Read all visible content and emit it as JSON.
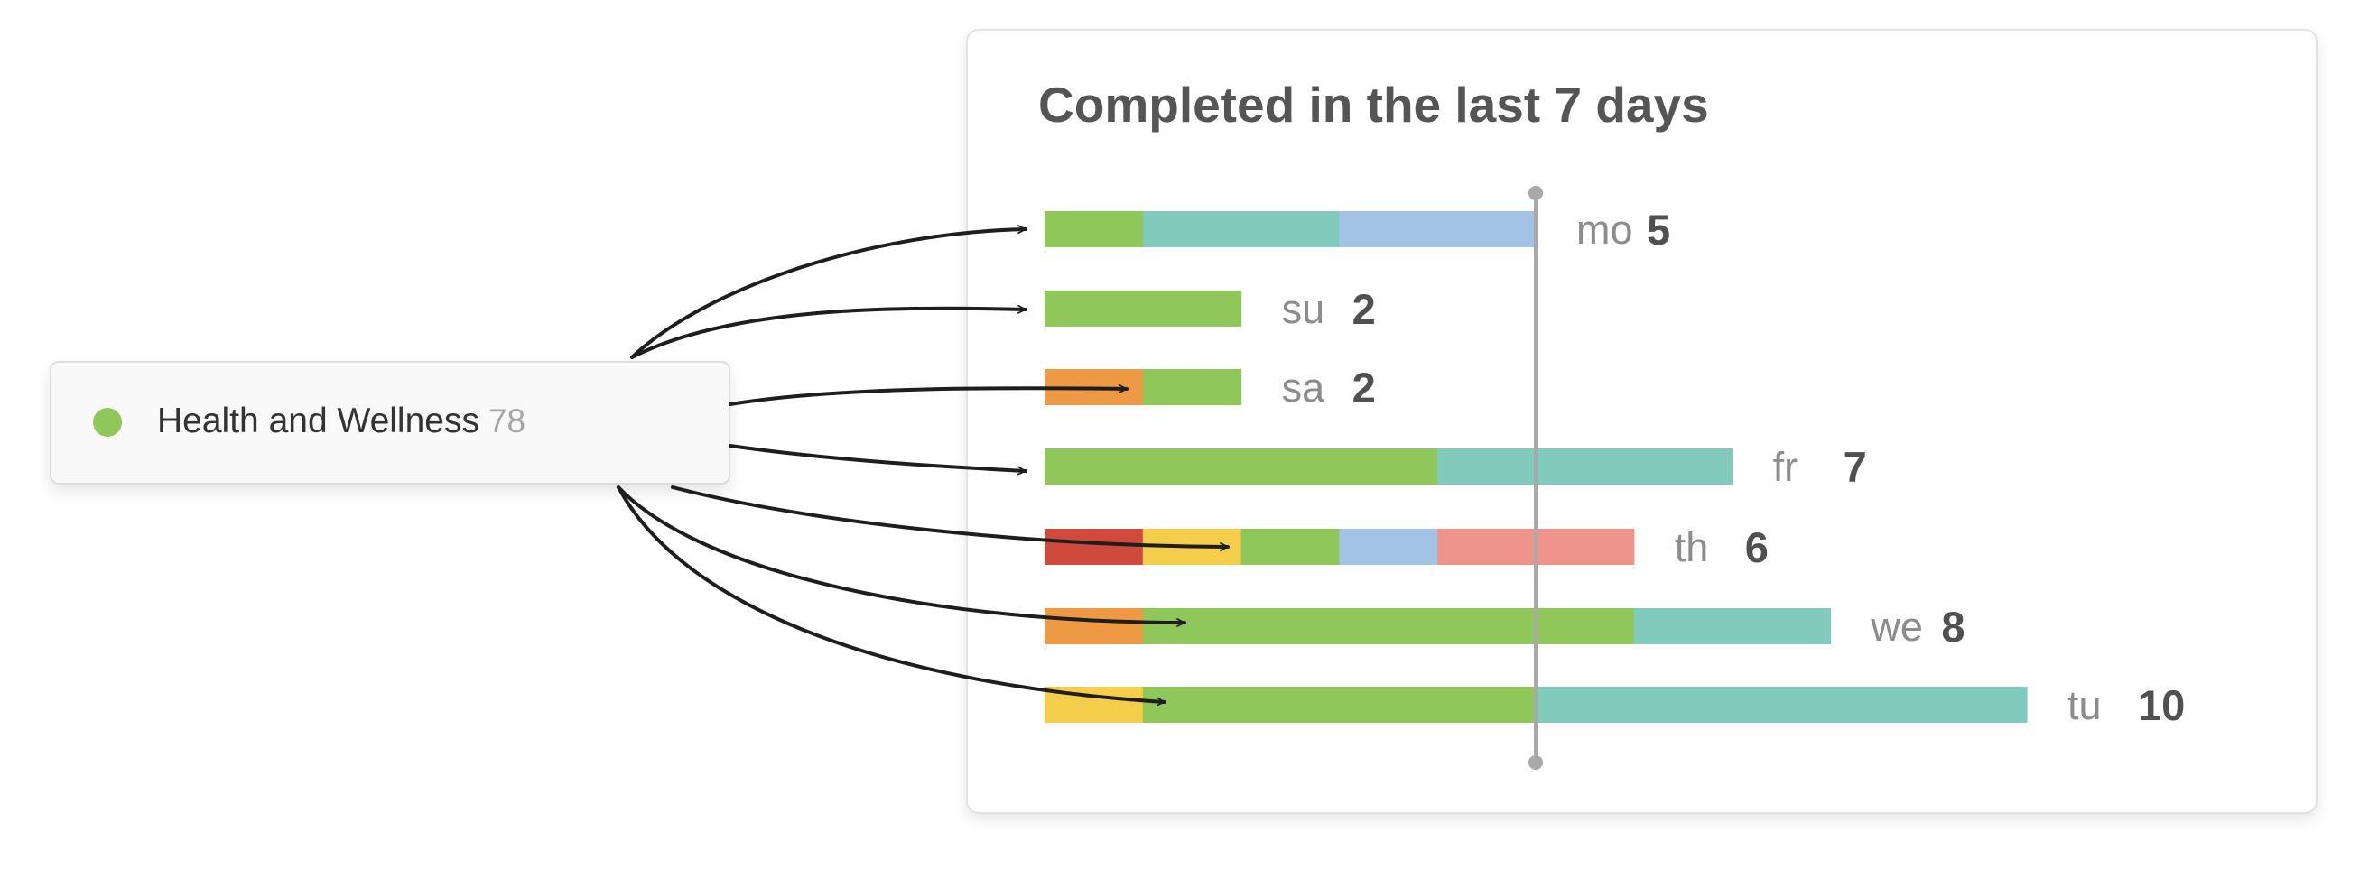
{
  "chart_data": {
    "type": "bar",
    "stacked": true,
    "orientation": "horizontal",
    "title": "Completed in the last 7 days",
    "categories": [
      "mo",
      "su",
      "sa",
      "fr",
      "th",
      "we",
      "tu"
    ],
    "totals": [
      5,
      2,
      2,
      7,
      6,
      8,
      10
    ],
    "segments": [
      [
        {
          "color": "#8fc75b",
          "value": 1
        },
        {
          "color": "#82cabb",
          "value": 2
        },
        {
          "color": "#a2c3e6",
          "value": 2
        }
      ],
      [
        {
          "color": "#8fc75b",
          "value": 2
        }
      ],
      [
        {
          "color": "#ee9a45",
          "value": 1
        },
        {
          "color": "#8fc75b",
          "value": 1
        }
      ],
      [
        {
          "color": "#8fc75b",
          "value": 4
        },
        {
          "color": "#82cabb",
          "value": 3
        }
      ],
      [
        {
          "color": "#cf4a3c",
          "value": 1
        },
        {
          "color": "#f4cd4b",
          "value": 1
        },
        {
          "color": "#8fc75b",
          "value": 1
        },
        {
          "color": "#a2c3e6",
          "value": 1
        },
        {
          "color": "#ef948a",
          "value": 2
        }
      ],
      [
        {
          "color": "#ee9a45",
          "value": 1
        },
        {
          "color": "#8fc75b",
          "value": 5
        },
        {
          "color": "#82cabb",
          "value": 2
        }
      ],
      [
        {
          "color": "#f4cd4b",
          "value": 1
        },
        {
          "color": "#8fc75b",
          "value": 4
        },
        {
          "color": "#82cabb",
          "value": 5
        }
      ]
    ],
    "reference_line_value": 5,
    "xlim": [
      0,
      10
    ],
    "grid": false,
    "legend": "none"
  },
  "project": {
    "name": "Health and Wellness",
    "count": "78",
    "color": "#8fc75b"
  },
  "annotation": {
    "arrow_targets": [
      "mo",
      "su",
      "sa",
      "fr",
      "th",
      "we",
      "tu"
    ]
  }
}
